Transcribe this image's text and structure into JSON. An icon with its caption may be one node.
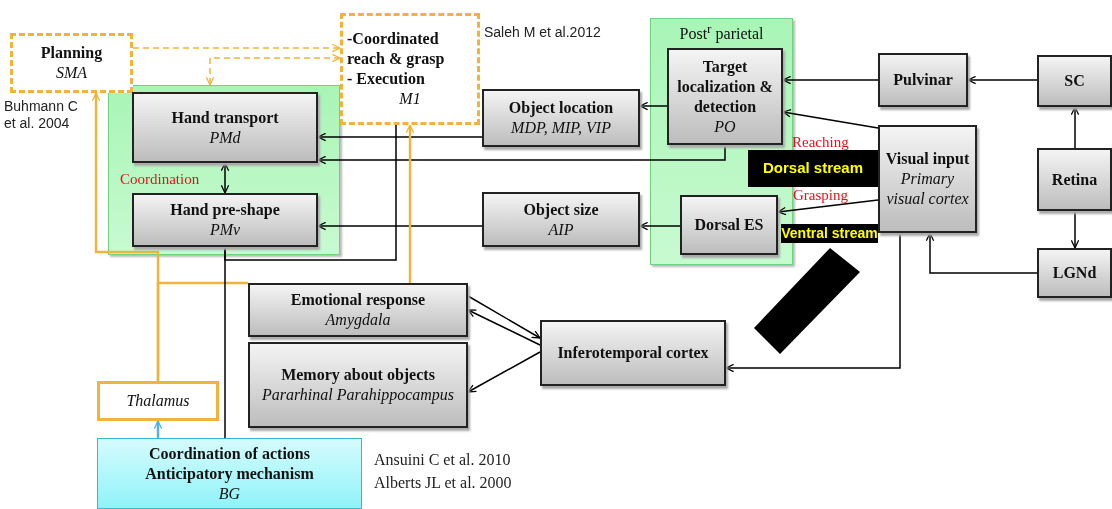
{
  "diagram": {
    "nodes": [
      {
        "text": [
          "Planning",
          "SMA"
        ],
        "beside": [
          "Buhmann C et al. 2004"
        ]
      },
      {
        "text": [],
        "shape": "box"
      },
      {
        "text": [
          "Hand transport",
          "PMd"
        ],
        "in": 1
      },
      {
        "text": [
          "Hand pre-shape",
          "PMv"
        ],
        "in": 1
      },
      {
        "text": [
          "-Coordinated reach & grasp",
          "- Execution",
          "M1"
        ],
        "beside": [
          "Saleh M et al.2012"
        ]
      },
      {
        "text": [
          "Post$^{r}$ parietal"
        ]
      },
      {
        "text": [
          "Target localization & detection",
          "PO"
        ],
        "in": 5
      },
      {
        "text": [
          "Dorsal ES"
        ],
        "in": 5
      },
      {
        "text": [
          "Object location",
          "MDP, MIP, VIP"
        ]
      },
      {
        "text": [
          "Object size",
          "AIP"
        ]
      },
      {
        "text": [
          "Pulvinar"
        ]
      },
      {
        "text": [
          "SC"
        ]
      },
      {
        "text": [
          "Visual input",
          "Primary visual cortex"
        ]
      },
      {
        "text": [
          "Retina"
        ]
      },
      {
        "text": [
          "LGNd"
        ]
      },
      {
        "text": [
          "Dorsal stream"
        ]
      },
      {
        "text": [],
        "shape": "bar"
      },
      {
        "text": [
          "Emotional response",
          "Amygdala"
        ]
      },
      {
        "text": [
          "Memory about objects",
          "Pararhinal Parahippocampus"
        ]
      },
      {
        "text": [
          "Inferotemporal cortex"
        ]
      },
      {
        "text": [
          "Thalamus"
        ]
      },
      {
        "text": [
          "Coordination of actions",
          "Anticipatory mechanism",
          "BG"
        ],
        "beside": [
          "Ansuini C et al. 2010",
          "Alberts JL et al. 2000"
        ]
      }
    ],
    "edges": [
      {
        "from": 0,
        "to": 4,
        "arrow": "to",
        "style": "dashed",
        "color": "#f0b43c"
      },
      {
        "from": 4,
        "to": 1,
        "arrow": "both",
        "style": "dashed",
        "color": "#f0b43c"
      },
      {
        "from": 2,
        "to": 3,
        "arrow": "both",
        "label": "Coordination"
      },
      {
        "from": 8,
        "to": 2,
        "arrow": "to"
      },
      {
        "from": 6,
        "to": 2,
        "arrow": "to"
      },
      {
        "from": 9,
        "to": 3,
        "arrow": "to"
      },
      {
        "from": 6,
        "to": 8,
        "arrow": "to"
      },
      {
        "from": 7,
        "to": 9,
        "arrow": "to"
      },
      {
        "from": 10,
        "to": 6,
        "arrow": "to"
      },
      {
        "from": 11,
        "to": 10,
        "arrow": "to"
      },
      {
        "from": 13,
        "to": 11,
        "arrow": "to"
      },
      {
        "from": 13,
        "to": 14,
        "arrow": "to"
      },
      {
        "from": 14,
        "to": 12,
        "arrow": "to"
      },
      {
        "from": 12,
        "to": 6,
        "arrow": "to",
        "label": "Reaching"
      },
      {
        "from": 12,
        "to": 7,
        "arrow": "to",
        "label": "Grasping"
      },
      {
        "from": 12,
        "to": 19,
        "arrow": "to"
      },
      {
        "from": 17,
        "to": 19,
        "arrow": "to"
      },
      {
        "from": 19,
        "to": 17,
        "arrow": "to"
      },
      {
        "from": 19,
        "to": 18,
        "arrow": "to"
      },
      {
        "from": 20,
        "to": 0,
        "arrow": "to",
        "color": "#f0b43c"
      },
      {
        "from": 20,
        "to": 17,
        "arrow": "none",
        "color": "#f0b43c"
      },
      {
        "from": 17,
        "to": 4,
        "arrow": "to",
        "color": "#f0b43c"
      },
      {
        "from": 21,
        "to": 20,
        "arrow": "to",
        "color": "#4fb3e8"
      },
      {
        "from": 21,
        "to": 3,
        "arrow": "none"
      },
      {
        "from": 3,
        "to": 4,
        "arrow": "none"
      }
    ],
    "labels": [
      "Ventral stream"
    ]
  }
}
